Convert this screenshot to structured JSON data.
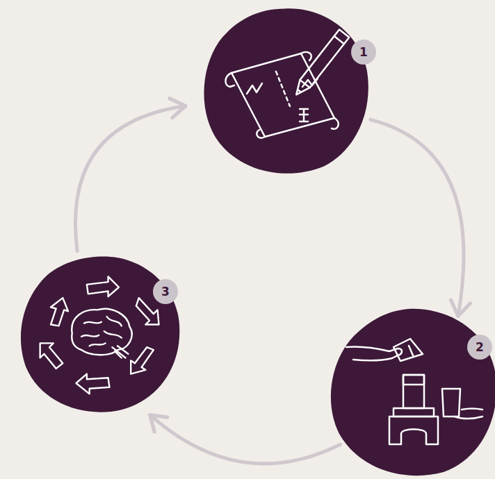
{
  "diagram": {
    "nodes": [
      {
        "text": [
          "1"
        ]
      },
      {
        "text": [
          "2"
        ]
      },
      {
        "text": [
          "3"
        ]
      }
    ],
    "edges": [
      {
        "from": 0,
        "to": 1,
        "arrow": "to"
      },
      {
        "from": 1,
        "to": 2,
        "arrow": "to"
      },
      {
        "from": 2,
        "to": 0,
        "arrow": "to"
      }
    ]
  }
}
